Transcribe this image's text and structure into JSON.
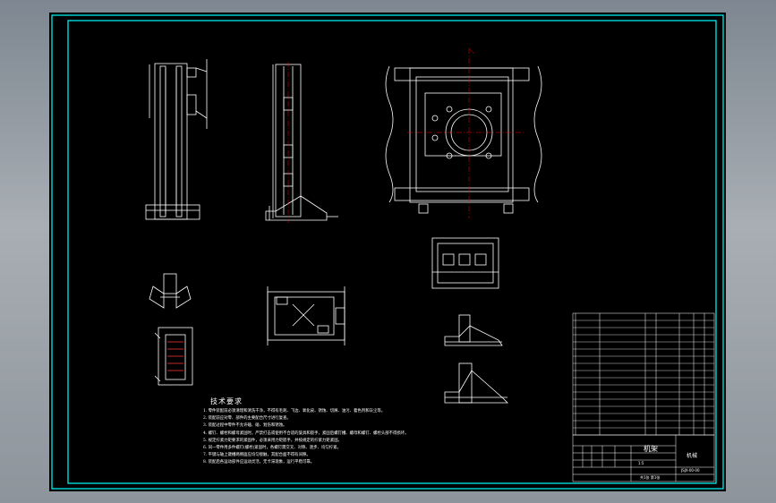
{
  "colors": {
    "background": "#000000",
    "frame": "#00ffff",
    "geometry": "#ffffff",
    "centerline": "#ff0000",
    "hatch": "#ff3b3b"
  },
  "tech_requirements": {
    "title": "技术要求",
    "items": [
      "1. 零件装配前必须清理和清洗干净，不得有毛刺、飞边、氧化皮、锈蚀、切屑、油污、着色剂和灰尘等。",
      "2. 装配前应对零、部件的主要配合尺寸进行复查。",
      "3. 装配过程中零件不允许磕、碰、划伤和锈蚀。",
      "4. 螺钉、螺栓和螺母紧固时，严禁打击或使用不合适的旋具和扳手，紧固后螺钉槽、螺母和螺钉、螺栓头部不得损坏。",
      "5. 规定拧紧力矩要求的紧固件，必须采用力矩扳手，并按规定的拧紧力矩紧固。",
      "6. 同一零件用多件螺钉(螺栓)紧固时，各螺钉需交叉、对称、逐步、均匀拧紧。",
      "7. 平键与轴上键槽两侧面应均匀接触，其配合面不得有间隙。",
      "8. 装配后各运动部件应运动灵活，无卡滞现象，运行平稳可靠。"
    ]
  },
  "title_block": {
    "name": "机架",
    "company": "机械",
    "drawing_no": "JSJX-00-00",
    "scale": "1:5",
    "sheet": "共1张 第1张"
  }
}
